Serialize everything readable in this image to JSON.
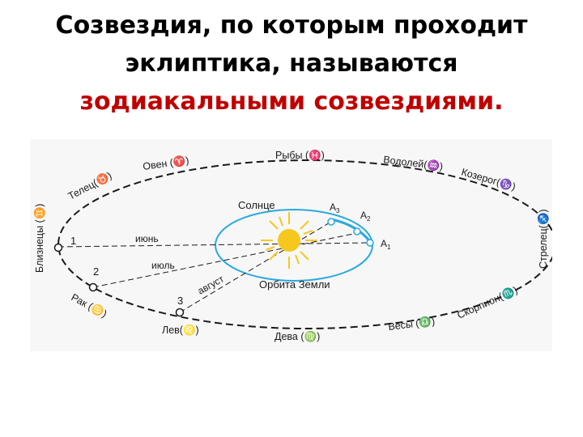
{
  "title": {
    "line1": "Созвездия, по которым проходит",
    "line2": "эклиптика, называются",
    "line3": "зодиакальными созвездиями."
  },
  "colors": {
    "title_text": "#000000",
    "title_accent": "#c00000",
    "diagram_background": "#f7f7f7",
    "ink": "#1a1a1a",
    "earth_orbit": "#29a9e0",
    "sun": "#f6c81e"
  },
  "diagram": {
    "constellations": {
      "aries": "Овен",
      "pisces": "Рыбы",
      "aquarius": "Водолей",
      "capricorn": "Козерог",
      "sagittarius": "Стрелец",
      "scorpio": "Скорпион",
      "libra": "Весы",
      "virgo": "Дева",
      "leo": "Лев",
      "cancer": "Рак",
      "gemini": "Близнецы",
      "taurus": "Телец"
    },
    "sun_label": "Солнце",
    "earth_orbit_label": "Орбита Земли",
    "months": {
      "june": "июнь",
      "july": "июль",
      "august": "август"
    },
    "ecliptic_points": [
      "1",
      "2",
      "3"
    ],
    "earth_positions": {
      "a": "A",
      "sub1": "1",
      "sub2": "2",
      "sub3": "3"
    },
    "zodiac_symbols": {
      "aries": "(♈)",
      "pisces": "(♓)",
      "aquarius": "(♒)",
      "capricorn": "(♑)",
      "sagittarius": "(♐)",
      "scorpio": "(♏)",
      "libra": "(♎)",
      "virgo": "(♍)",
      "leo": "(♌)",
      "cancer": "(♋)",
      "gemini": "(♊)",
      "taurus": "(♉)"
    }
  }
}
